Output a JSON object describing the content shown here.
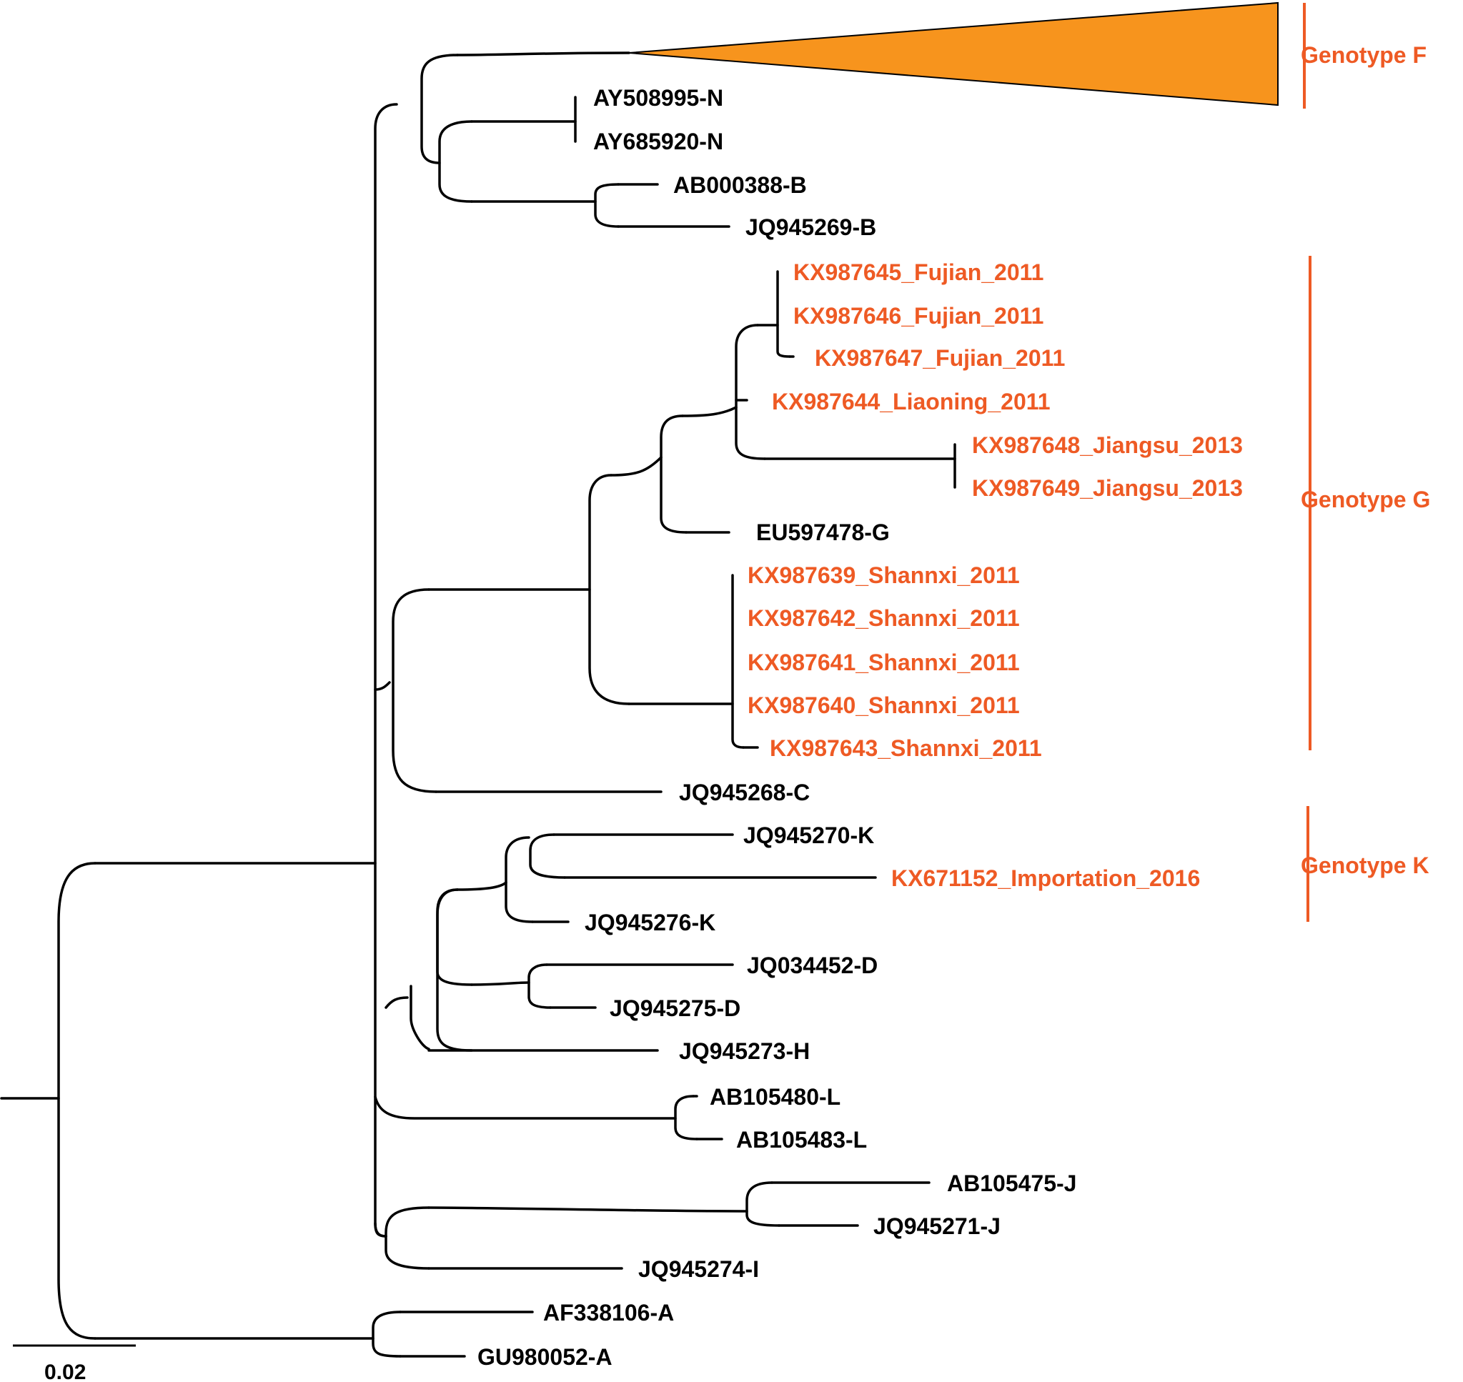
{
  "colors": {
    "highlight": "#ee5a24",
    "collapsed_clade_fill": "#f7941d",
    "default": "#000000"
  },
  "leaves": {
    "AY508995": "AY508995-N",
    "AY685920": "AY685920-N",
    "AB000388": "AB000388-B",
    "JQ945269": "JQ945269-B",
    "KX987645": "KX987645_Fujian_2011",
    "KX987646": "KX987646_Fujian_2011",
    "KX987647": "KX987647_Fujian_2011",
    "KX987644": "KX987644_Liaoning_2011",
    "KX987648": "KX987648_Jiangsu_2013",
    "KX987649": "KX987649_Jiangsu_2013",
    "EU597478": "EU597478-G",
    "KX987639": "KX987639_Shannxi_2011",
    "KX987642": "KX987642_Shannxi_2011",
    "KX987641": "KX987641_Shannxi_2011",
    "KX987640": "KX987640_Shannxi_2011",
    "KX987643": "KX987643_Shannxi_2011",
    "JQ945268": "JQ945268-C",
    "JQ945270": "JQ945270-K",
    "KX671152": "KX671152_Importation_2016",
    "JQ945276": "JQ945276-K",
    "JQ034452": "JQ034452-D",
    "JQ945275": "JQ945275-D",
    "JQ945273": "JQ945273-H",
    "AB105480": "AB105480-L",
    "AB105483": "AB105483-L",
    "AB105475": "AB105475-J",
    "JQ945271": "JQ945271-J",
    "JQ945274": "JQ945274-I",
    "AF338106": "AF338106-A",
    "GU980052": "GU980052-A"
  },
  "clades": {
    "F": "Genotype F",
    "G": "Genotype G",
    "K": "Genotype K"
  },
  "scale_bar": {
    "label": "0.02"
  }
}
